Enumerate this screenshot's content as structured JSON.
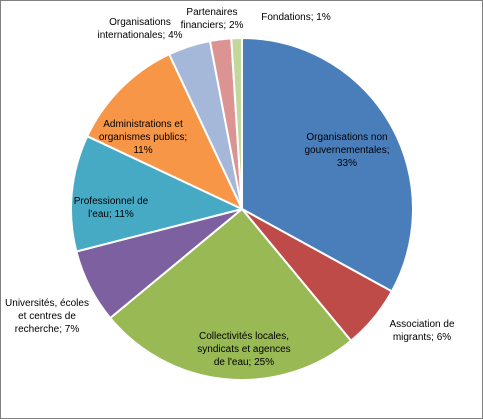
{
  "chart_data": {
    "type": "pie",
    "legend": "none",
    "slices": [
      {
        "category": "Organisations non gouvernementales",
        "value": 33,
        "color": "#4a7ebb",
        "lines": [
          "Organisations non",
          "gouvernementales;",
          "33%"
        ]
      },
      {
        "category": "Association de migrants",
        "value": 6,
        "color": "#be4b48",
        "lines": [
          "Association de",
          "migrants; 6%"
        ]
      },
      {
        "category": "Collectivités locales, syndicats et agences de l'eau",
        "value": 25,
        "color": "#98b954",
        "lines": [
          "Collectivités locales,",
          "syndicats et agences",
          "de l'eau; 25%"
        ]
      },
      {
        "category": "Universités, écoles et centres de recherche",
        "value": 7,
        "color": "#7d60a0",
        "lines": [
          "Universités, écoles",
          "et centres de",
          "recherche; 7%"
        ]
      },
      {
        "category": "Professionnel de l'eau",
        "value": 11,
        "color": "#46aac5",
        "lines": [
          "Professionnel de",
          "l'eau; 11%"
        ]
      },
      {
        "category": "Administrations et organismes publics",
        "value": 11,
        "color": "#f79646",
        "lines": [
          "Administrations et",
          "organismes publics;",
          "11%"
        ]
      },
      {
        "category": "Organisations internationales",
        "value": 4,
        "color": "#a5b8da",
        "lines": [
          "Organisations",
          "internationales; 4%"
        ]
      },
      {
        "category": "Partenaires financiers",
        "value": 2,
        "color": "#dc9493",
        "lines": [
          "Partenaires",
          "financiers; 2%"
        ]
      },
      {
        "category": "Fondations",
        "value": 1,
        "color": "#c3d69b",
        "lines": [
          "Fondations; 1%"
        ]
      }
    ]
  }
}
